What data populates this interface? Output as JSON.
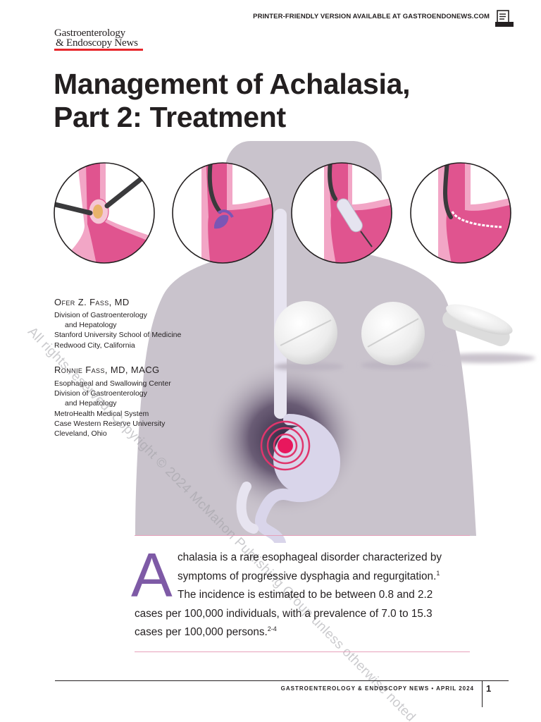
{
  "header": {
    "printer_text": "PRINTER-FRIENDLY VERSION AVAILABLE AT GASTROENDONEWS.COM",
    "printer_icon": "printer-icon",
    "logo_line1": "Gastroenterology",
    "logo_line2": "& Endoscopy News",
    "logo_color": "#e8262b"
  },
  "title_line1": "Management of Achalasia,",
  "title_line2": "Part 2: Treatment",
  "authors": [
    {
      "name": "Ofer Z. Fass, MD",
      "affiliation": [
        "Division of Gastroenterology",
        "and Hepatology",
        "Stanford University School of Medicine",
        "Redwood City, California"
      ]
    },
    {
      "name": "Ronnie Fass, MD, MACG",
      "affiliation": [
        "Esophageal and Swallowing Center",
        "Division of Gastroenterology",
        "and Hepatology",
        "MetroHealth Medical System",
        "Case Western Reserve University",
        "Cleveland, Ohio"
      ]
    }
  ],
  "watermark": "All rights reserved. Copyright © 2024 McMahon Publishing Group unless otherwise noted. Reproduction in whole or in part without permission is prohibited.",
  "body": {
    "dropcap": "A",
    "line1": "chalasia is a rare esophageal disorder characterized by",
    "line2": "symptoms of progressive dysphagia and regurgitation.",
    "ref1": "1",
    "line3": "The incidence is estimated to be between 0.8 and 2.2",
    "line4": "cases per 100,000 individuals, with a prevalence of 7.0 to 15.3",
    "line5": "cases per 100,000 persons.",
    "ref2": "2-4"
  },
  "footer": {
    "text": "GASTROENTEROLOGY & ENDOSCOPY NEWS  •  APRIL 2024",
    "page_number": "1"
  },
  "colors": {
    "pink": "#e0548f",
    "purple": "#7e5aa6",
    "silhouette": "#c9c3cc"
  }
}
